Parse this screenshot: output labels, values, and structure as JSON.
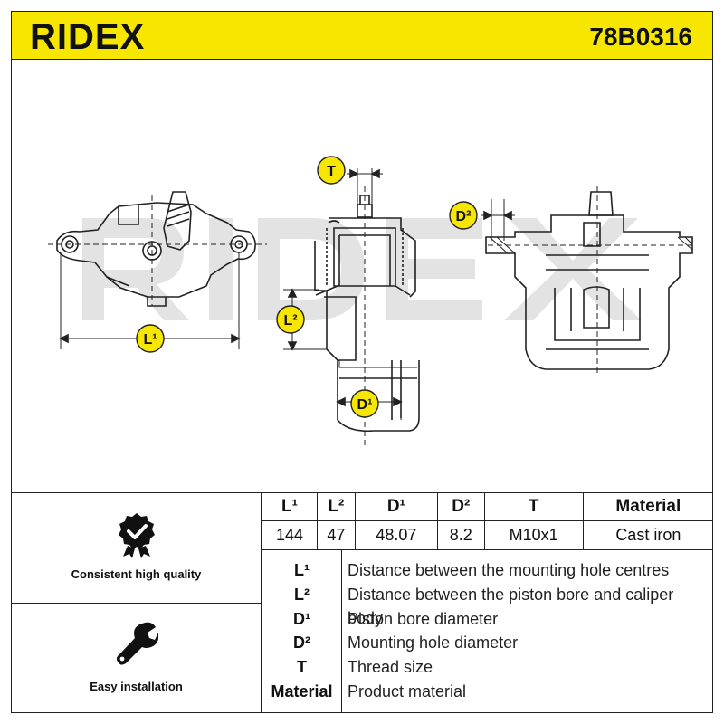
{
  "header": {
    "brand": "RIDEX",
    "part_number": "78B0316",
    "background_color": "#f6e600"
  },
  "drawing": {
    "watermark": "RIDEX",
    "dimension_labels": {
      "L1": "L¹",
      "L2": "L²",
      "D1": "D¹",
      "D2": "D²",
      "T": "T"
    },
    "badge_color": "#f6e600"
  },
  "features": [
    {
      "label": "Consistent high quality",
      "icon": "quality-badge-icon"
    },
    {
      "label": "Easy installation",
      "icon": "wrench-icon"
    }
  ],
  "specs": {
    "headers": [
      "L¹",
      "L²",
      "D¹",
      "D²",
      "T",
      "Material"
    ],
    "values": [
      "144",
      "47",
      "48.07",
      "8.2",
      "M10x1",
      "Cast iron"
    ]
  },
  "legend": [
    {
      "symbol": "L¹",
      "text": "Distance between the mounting hole centres"
    },
    {
      "symbol": "L²",
      "text": "Distance between the piston bore and caliper body"
    },
    {
      "symbol": "D¹",
      "text": "Piston bore diameter"
    },
    {
      "symbol": "D²",
      "text": "Mounting hole diameter"
    },
    {
      "symbol": "T",
      "text": "Thread size"
    },
    {
      "symbol": "Material",
      "text": "Product material"
    }
  ]
}
